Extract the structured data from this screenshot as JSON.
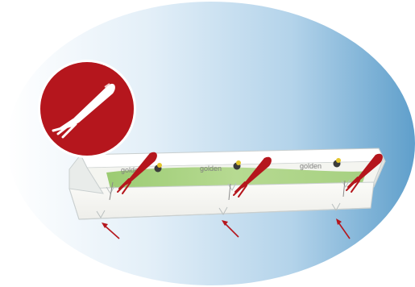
{
  "illustration": {
    "colors": {
      "backdrop_light": "#ffffff",
      "backdrop_mid": "#d3e6f3",
      "backdrop_dark": "#5f9fcb",
      "badge": "#b5161d",
      "badge_shape": "#ffffff",
      "tray": "#f7f7f3",
      "tray_edge": "#c9cfcf",
      "strip": "#9ccf6a",
      "arrow": "#b5161d"
    },
    "badge_icon": "squid-icon",
    "logos": [
      {
        "text": "golden"
      },
      {
        "text": "golden"
      },
      {
        "text": "golden"
      }
    ],
    "arrow_count": 3
  }
}
